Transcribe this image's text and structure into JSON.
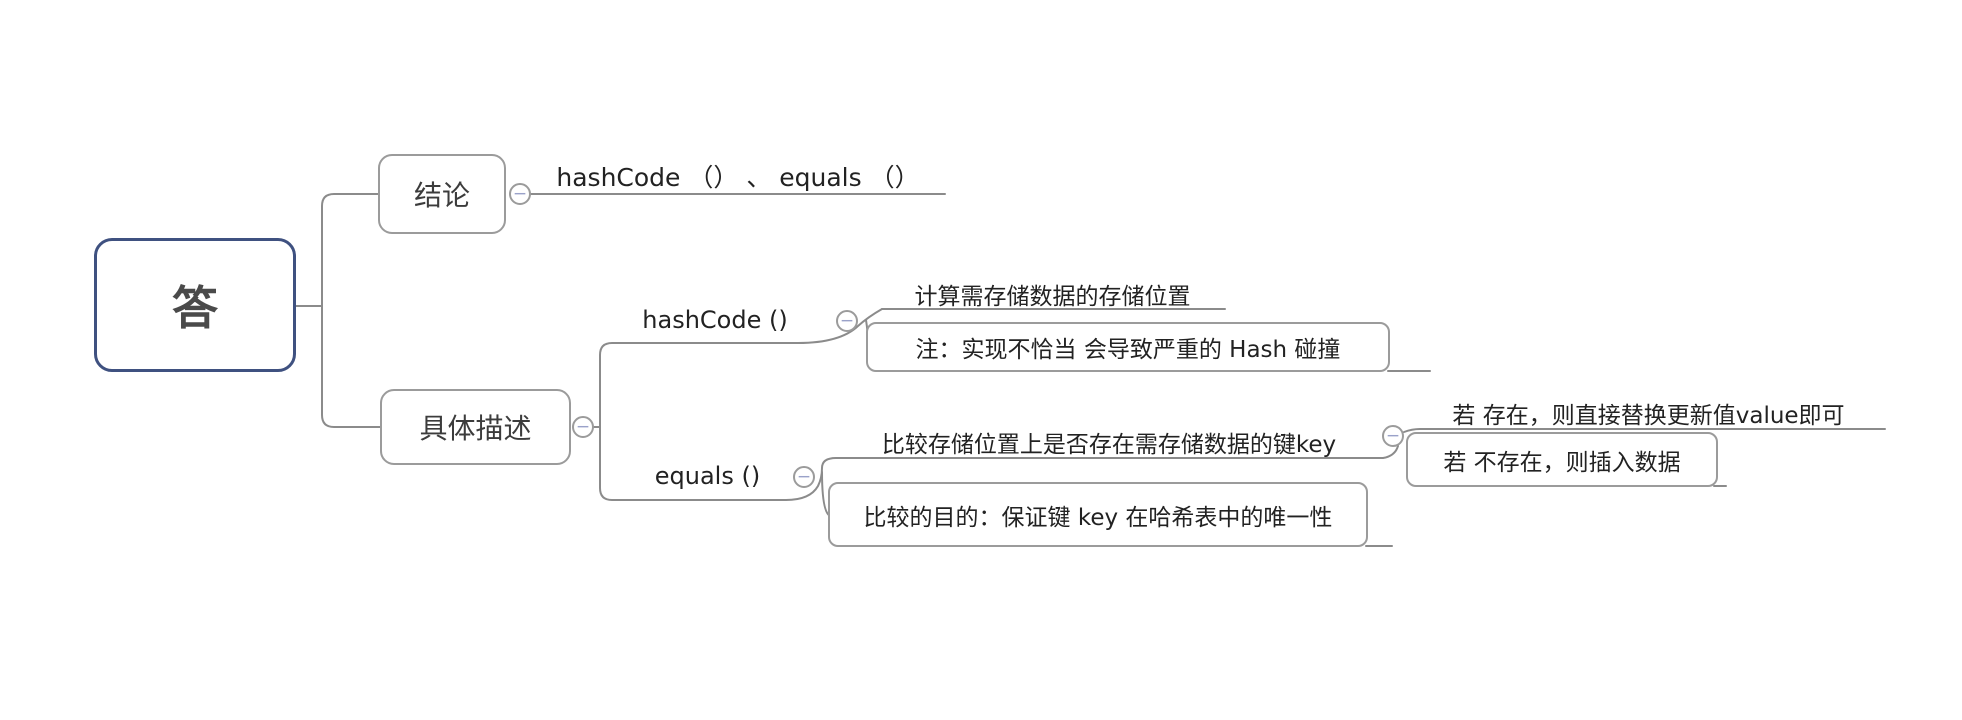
{
  "colors": {
    "background": "#ffffff",
    "root_border": "#3f5180",
    "box_border": "#9b9b9b",
    "connector_line": "#8b8b8b",
    "label_text": "#3c3c3c",
    "body_text": "#222222",
    "collapse_glyph": "#9aa2c9"
  },
  "icons": {
    "collapse_minus": "−"
  },
  "mindmap": {
    "root": {
      "label": "答"
    },
    "branches": {
      "conclusion": {
        "label": "结论",
        "child": {
          "label": "hashCode （） 、 equals （）"
        }
      },
      "detail": {
        "label": "具体描述",
        "hashcode": {
          "label": "hashCode ()",
          "children": [
            {
              "label": "计算需存储数据的存储位置"
            },
            {
              "label": "注：实现不恰当 会导致严重的 Hash 碰撞"
            }
          ]
        },
        "equals": {
          "label": "equals ()",
          "children": [
            {
              "label": "比较存储位置上是否存在需存储数据的键key"
            },
            {
              "label": "比较的目的：保证键 key 在哈希表中的唯一性"
            }
          ],
          "compare_children": [
            {
              "label": "若 存在，则直接替换更新值value即可"
            },
            {
              "label": "若 不存在，则插入数据"
            }
          ]
        }
      }
    }
  }
}
